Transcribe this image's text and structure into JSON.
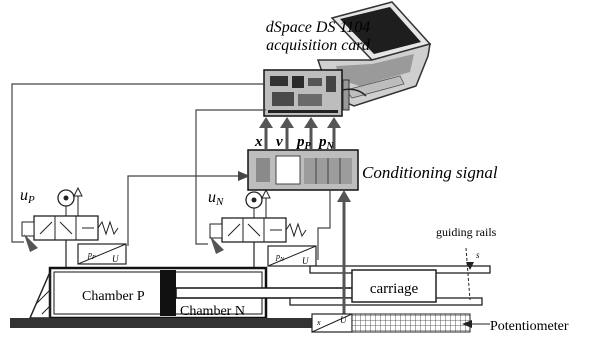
{
  "card_label": {
    "line1": "dSpace DS 1104",
    "line2": "acquisition card"
  },
  "conditioning_label": "Conditioning signal",
  "signals": {
    "x": "x",
    "v": "v",
    "pP": {
      "base": "p",
      "sub": "P"
    },
    "pN": {
      "base": "p",
      "sub": "N"
    }
  },
  "valve_inputs": {
    "uP": {
      "base": "u",
      "sub": "P"
    },
    "uN": {
      "base": "u",
      "sub": "N"
    }
  },
  "sensor_left": {
    "p": "p",
    "sub": "P",
    "u": "U"
  },
  "sensor_right": {
    "p": "p",
    "sub": "N",
    "u": "U"
  },
  "cylinder": {
    "chamber_p": "Chamber P",
    "chamber_n": "Chamber N"
  },
  "carriage_label": "carriage",
  "rails_label": "guiding rails",
  "rails_marker": "s",
  "potentiometer": {
    "label": "Potentiometer",
    "box_left": "x",
    "box_right": "U"
  },
  "colors": {
    "line": "#555555",
    "dark": "#222222",
    "text": "#000000"
  }
}
